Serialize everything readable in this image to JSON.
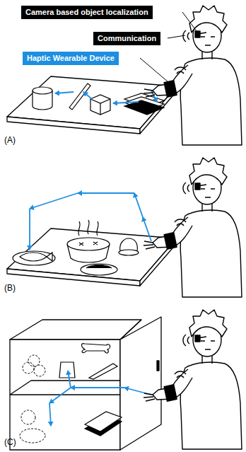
{
  "diagram": {
    "nodes": [
      {
        "text": [
          "Camera based object localization"
        ]
      },
      {
        "text": [
          "Communication"
        ]
      },
      {
        "text": [
          "Haptic Wearable Device"
        ]
      }
    ],
    "labels": [
      "(A)",
      "(B)",
      "(C)"
    ]
  }
}
